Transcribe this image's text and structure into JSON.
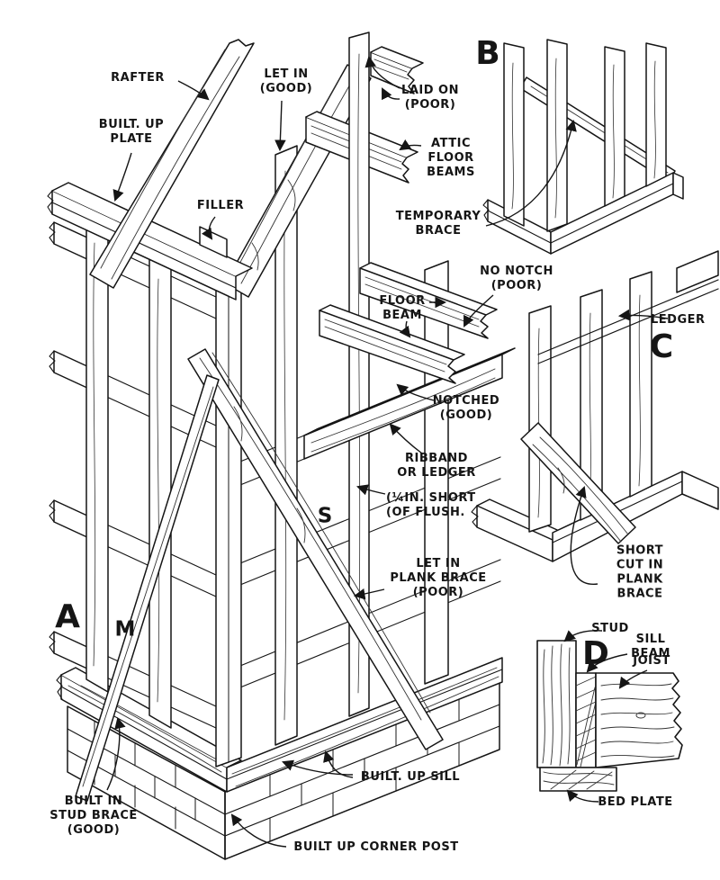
{
  "colors": {
    "ink": "#151515",
    "paper": "#ffffff"
  },
  "panels": {
    "a": {
      "letter": "A",
      "sub_letters": {
        "s": "S",
        "m": "M"
      }
    },
    "b": {
      "letter": "B"
    },
    "c": {
      "letter": "C"
    },
    "d": {
      "letter": "D"
    }
  },
  "labels": {
    "rafter": "RAFTER",
    "built_up_plate": "BUILT. UP\nPLATE",
    "let_in_good": "LET IN\n(GOOD)",
    "laid_on_poor": "LAID ON\n(POOR)",
    "attic_floor_beams": "ATTIC\nFLOOR\nBEAMS",
    "filler": "FILLER",
    "temporary_brace": "TEMPORARY\nBRACE",
    "no_notch_poor": "NO NOTCH\n(POOR)",
    "floor_beam": "FLOOR\nBEAM",
    "ledger": "LEDGER",
    "notched_good": "NOTCHED\n(GOOD)",
    "ribband_or_ledger": "RIBBAND\nOR LEDGER",
    "quarter_in_short_of_flush": "(¼IN. SHORT\n(OF FLUSH.",
    "let_in_plank_brace_poor": "LET IN\nPLANK BRACE\n(POOR)",
    "short_cut_in_plank_brace": "SHORT\nCUT IN\nPLANK BRACE",
    "stud": "STUD",
    "sill_beam": "SILL BEAM",
    "joist": "JOIST",
    "bed_plate": "BED PLATE",
    "built_up_sill": "BUILT. UP SILL",
    "built_in_stud_brace_good": "BUILT IN\nSTUD BRACE\n(GOOD)",
    "built_up_corner_post": "BUILT UP CORNER POST"
  }
}
